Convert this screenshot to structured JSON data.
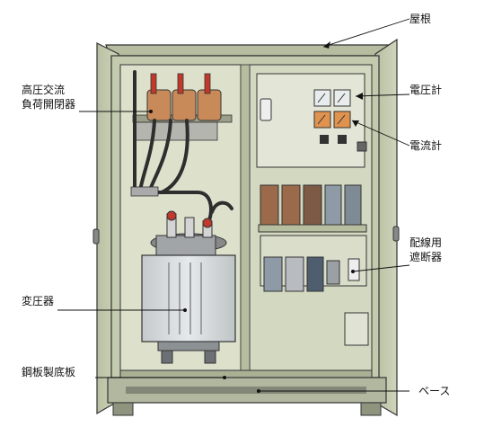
{
  "labels": {
    "roof": "屋根",
    "voltmeter": "電圧計",
    "ammeter": "電流計",
    "lbs_line1": "高圧交流",
    "lbs_line2": "負荷開閉器",
    "mccb_line1": "配線用",
    "mccb_line2": "遮断器",
    "transformer": "変圧器",
    "base_plate": "鋼板製底板",
    "base": "ベース"
  },
  "colors": {
    "cabinet": "#c9cfb4",
    "cabinet_dark": "#a9b095",
    "interior": "#dfe3cf",
    "copper": "#c98a5a",
    "transformer": "#d9dde0",
    "breaker_brown": "#9a6a4a",
    "breaker_grey": "#8e9aa6",
    "wire": "#2e2e2e",
    "red_bushing": "#c0392b"
  }
}
